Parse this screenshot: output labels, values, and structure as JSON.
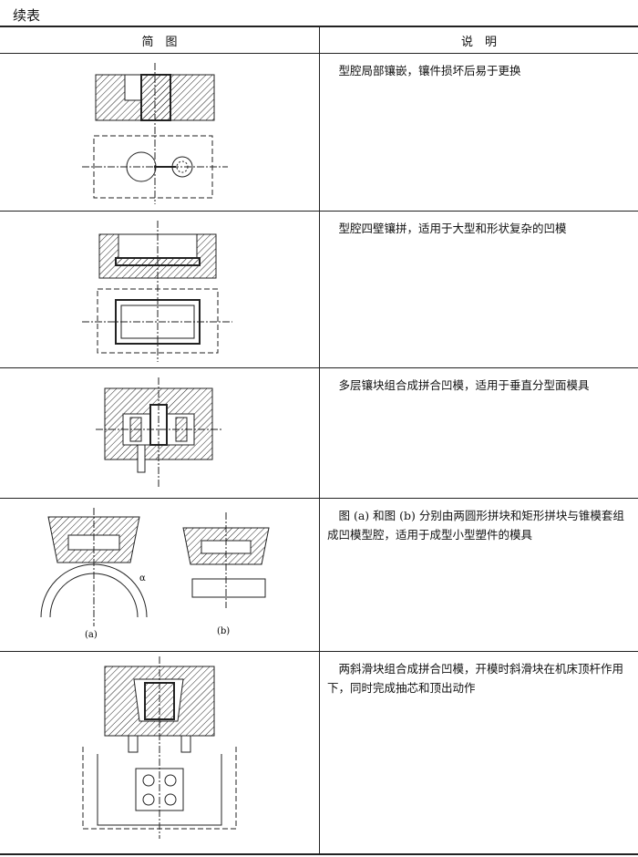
{
  "caption": "续表",
  "headers": {
    "figure": "简　图",
    "description": "说　明"
  },
  "rows": [
    {
      "description": "型腔局部镶嵌，镶件损坏后易于更换"
    },
    {
      "description": "型腔四壁镶拼，适用于大型和形状复杂的凹模"
    },
    {
      "description": "多层镶块组合成拼合凹模，适用于垂直分型面模具"
    },
    {
      "description": "图 (a) 和图 (b) 分别由两圆形拼块和矩形拼块与锥模套组成凹模型腔，适用于成型小型塑件的模具",
      "labels": [
        "(a)",
        "(b)",
        "α"
      ]
    },
    {
      "description": "两斜滑块组合成拼合凹模，开模时斜滑块在机床顶杆作用下，同时完成抽芯和顶出动作"
    }
  ]
}
